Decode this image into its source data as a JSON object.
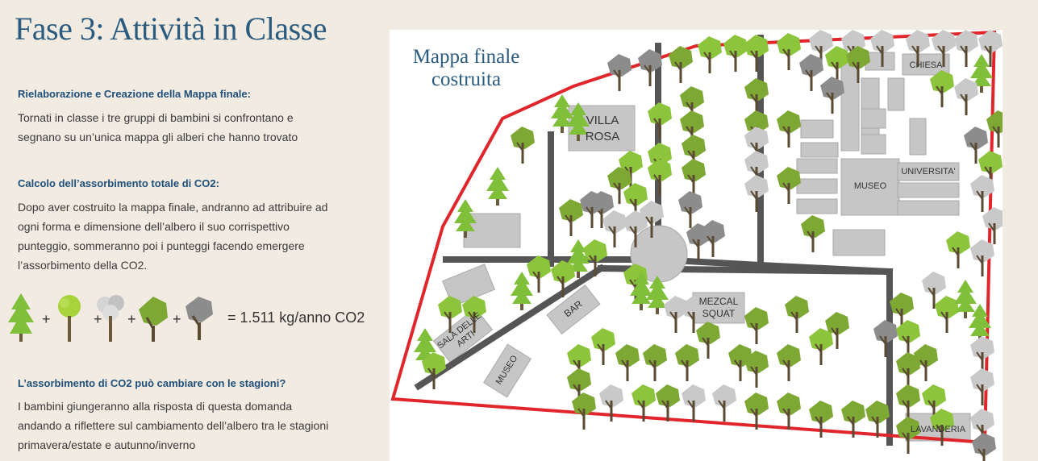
{
  "title": "Fase 3: Attività in Classe",
  "section1": {
    "heading": "Rielaborazione e Creazione della Mappa finale:",
    "line1": "Tornati in classe i tre gruppi di bambini si confrontano e",
    "line2": "segnano su un’unica mappa gli alberi che hanno trovato"
  },
  "section2": {
    "heading": "Calcolo dell’assorbimento totale di CO2:",
    "line1": "Dopo aver costruito la mappa finale, andranno ad attribuire ad",
    "line2": "ogni forma e dimensione dell’albero il suo corrispettivo",
    "line3": "punteggio, sommeranno poi i punteggi facendo emergere",
    "line4": "l’assorbimento della CO2."
  },
  "equation": {
    "plus": "+",
    "result": "= 1.511 kg/anno CO2"
  },
  "section3": {
    "heading": "L’assorbimento di CO2 può cambiare con le stagioni?",
    "line1": "I bambini giungeranno alla risposta di questa domanda",
    "line2": "andando a riflettere sul cambiamento dell’albero tra le stagioni",
    "line3": "primavera/estate e autunno/inverno"
  },
  "map": {
    "title_line1": "Mappa finale",
    "title_line2": "costruita",
    "labels": {
      "villa_rosa_1": "VILLA",
      "villa_rosa_2": "ROSA",
      "chiesa": "CHIESA",
      "universita": "UNIVERSITA'",
      "museo_top": "MUSEO",
      "mezcal_1": "MEZCAL",
      "mezcal_2": "SQUAT",
      "bar": "BAR",
      "sala_1": "SALA DELLE",
      "sala_2": "ARTI",
      "museo_bottom": "MUSEO",
      "lavanderia": "LAVANDERIA"
    },
    "colors": {
      "boundary": "#e0262b",
      "road": "#555555",
      "building": "#c6c6c6",
      "tree_green": "#8cc43c",
      "tree_olive": "#7da833",
      "tree_gray": "#8c8c8c",
      "tree_lightgray": "#c9c9c9",
      "conifer": "#7fbf3a"
    }
  }
}
